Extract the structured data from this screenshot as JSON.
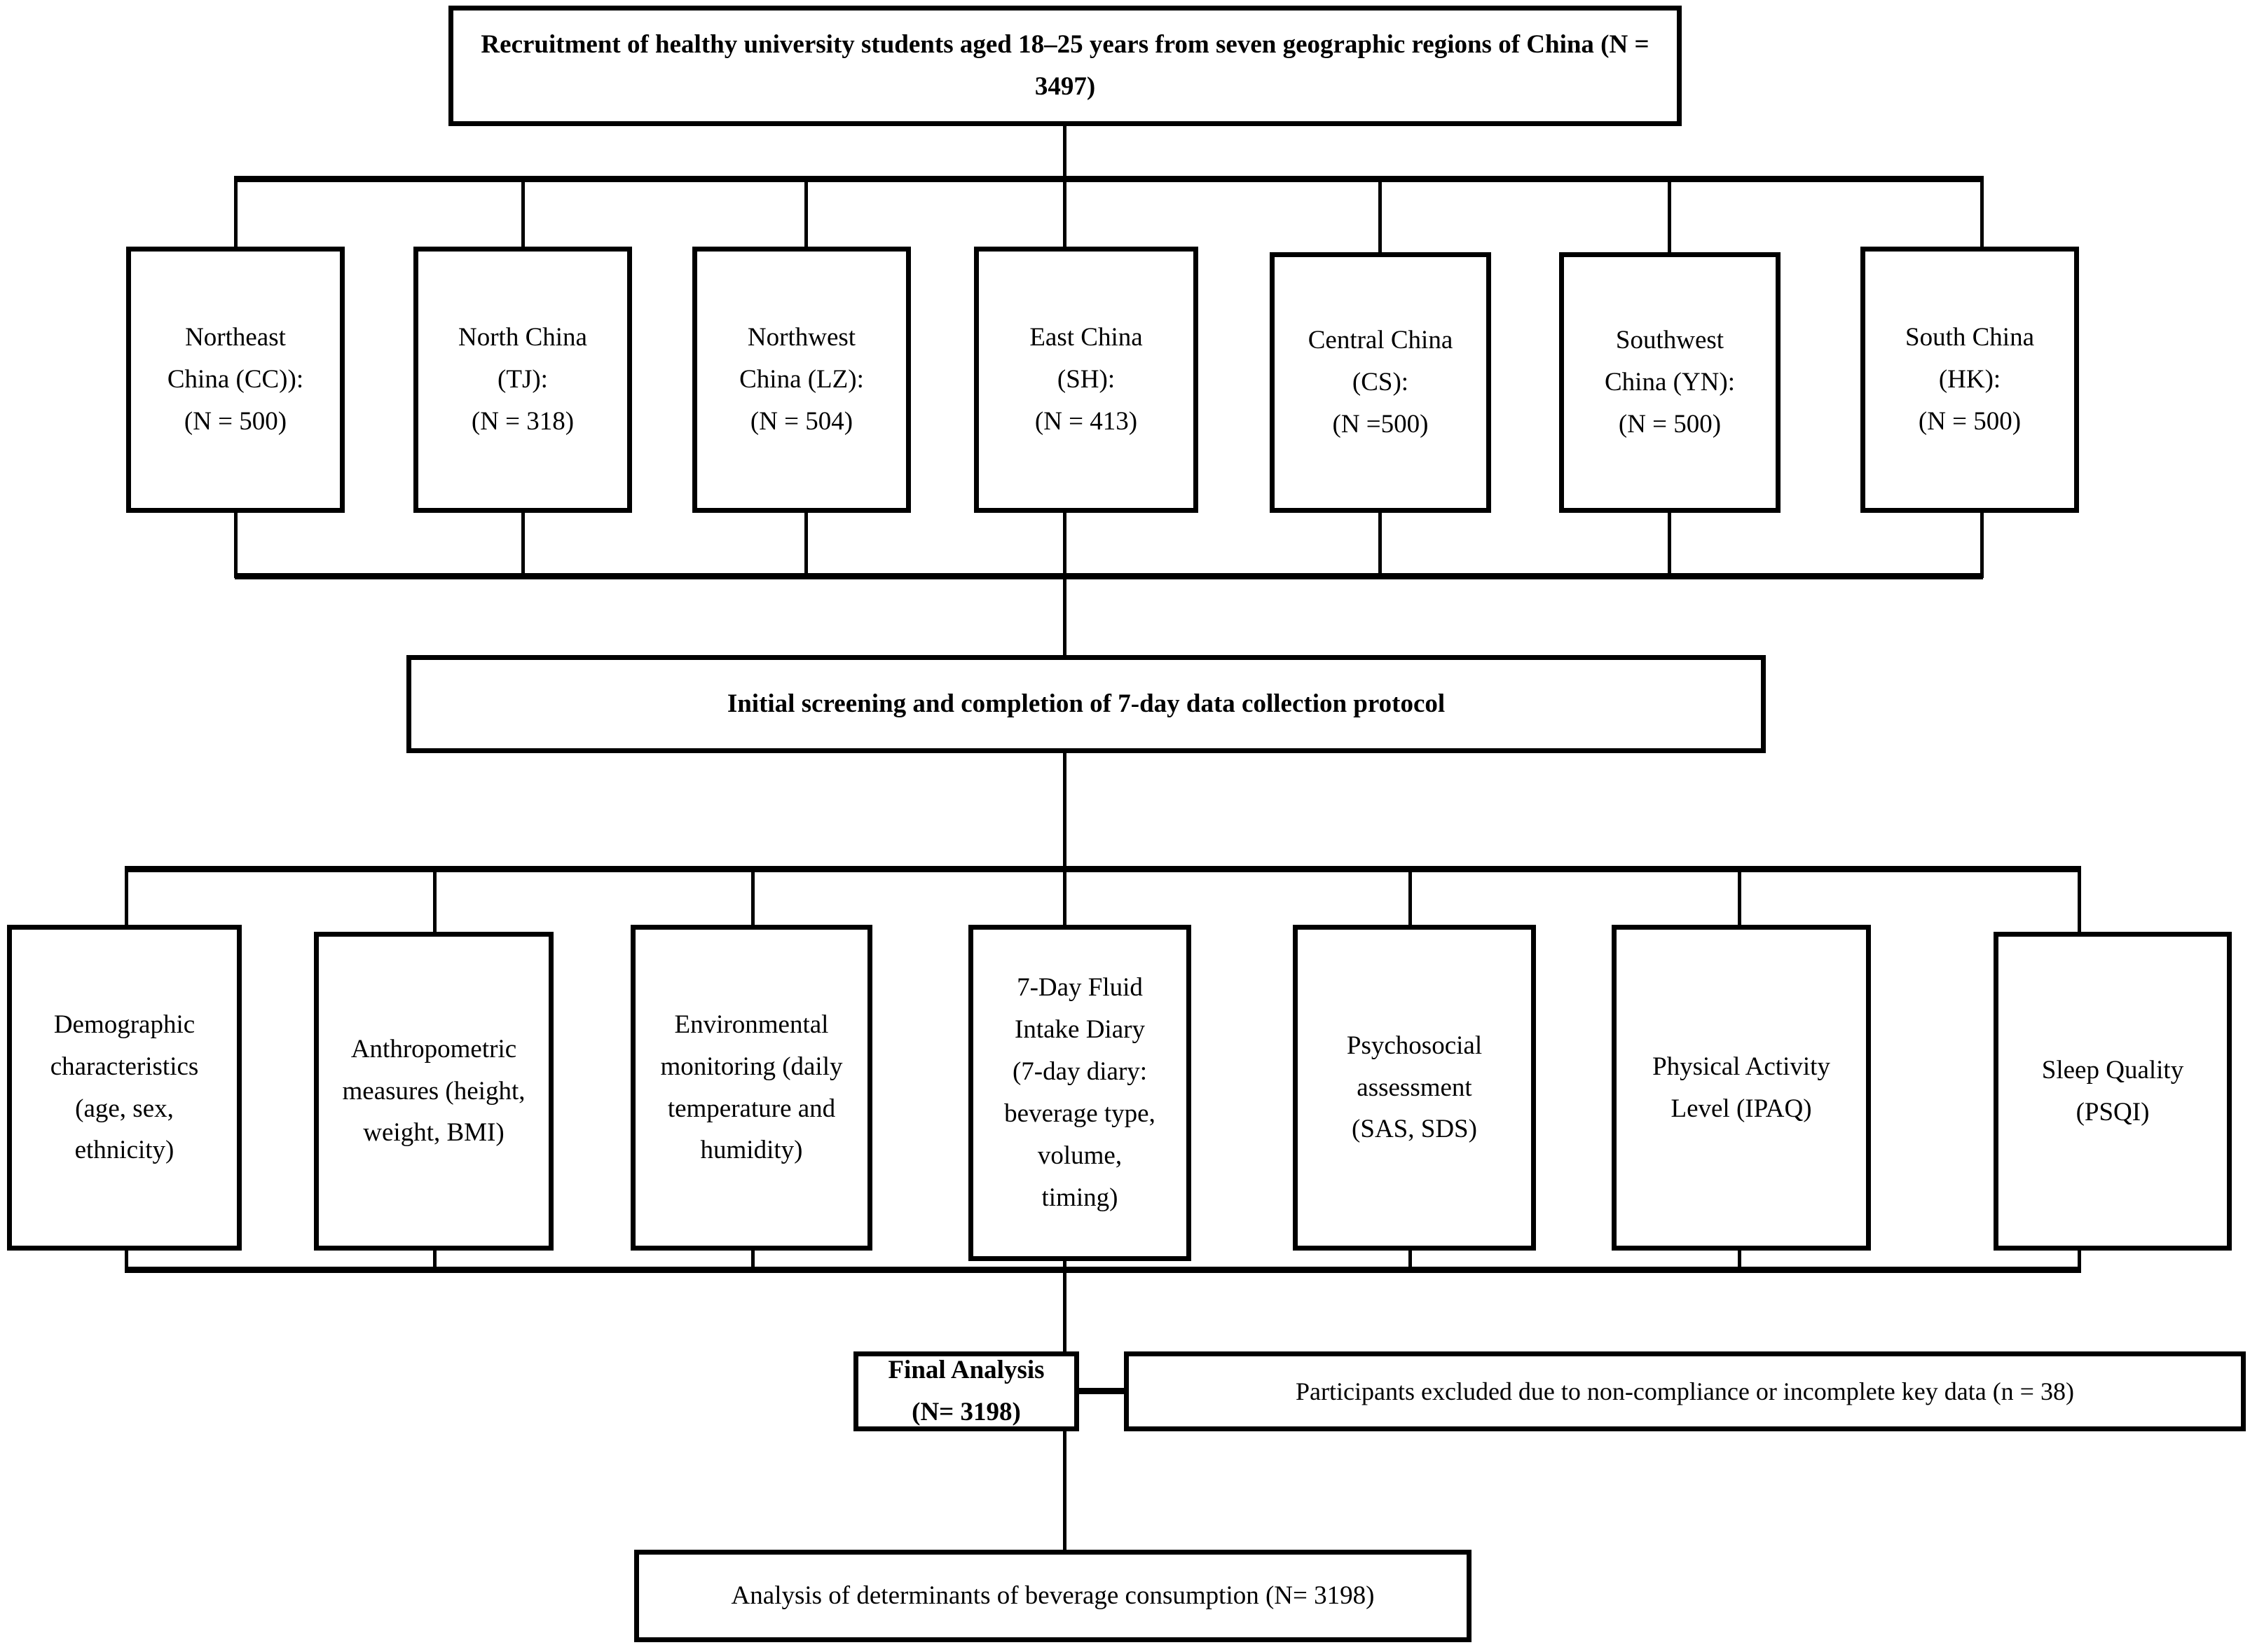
{
  "diagram": {
    "title_box": {
      "text": "Recruitment of healthy university students aged 18–25 years from seven geographic regions of China (N = 3497)"
    },
    "regions": [
      {
        "name": "region-northeast-china",
        "text": "Northeast\nChina (CC)):\n(N = 500)"
      },
      {
        "name": "region-north-china",
        "text": "North China\n(TJ):\n(N = 318)"
      },
      {
        "name": "region-northwest-china",
        "text": "Northwest\nChina (LZ):\n(N = 504)"
      },
      {
        "name": "region-east-china",
        "text": "East China\n(SH):\n(N = 413)"
      },
      {
        "name": "region-central-china",
        "text": "Central China\n(CS):\n(N =500)"
      },
      {
        "name": "region-southwest-china",
        "text": "Southwest\nChina (YN):\n(N = 500)"
      },
      {
        "name": "region-south-china",
        "text": "South China\n(HK):\n(N = 500)"
      }
    ],
    "screening_box": {
      "text": "Initial screening and completion of 7-day data collection protocol"
    },
    "measures": [
      {
        "name": "measure-demographics",
        "text": "Demographic\ncharacteristics\n(age, sex,\nethnicity)"
      },
      {
        "name": "measure-anthropometrics",
        "text": "Anthropometric\nmeasures (height,\nweight, BMI)"
      },
      {
        "name": "measure-environmental",
        "text": "Environmental\nmonitoring (daily\ntemperature and\nhumidity)"
      },
      {
        "name": "measure-fluid-intake-diary",
        "text": "7-Day Fluid\nIntake Diary\n(7-day diary:\nbeverage type,\nvolume,\ntiming)"
      },
      {
        "name": "measure-psychosocial",
        "text": "Psychosocial\nassessment\n(SAS, SDS)"
      },
      {
        "name": "measure-physical-activity",
        "text": "Physical Activity\nLevel (IPAQ)"
      },
      {
        "name": "measure-sleep-quality",
        "text": "Sleep Quality\n(PSQI)"
      }
    ],
    "final_analysis_box": {
      "text": "Final Analysis (N= 3198)"
    },
    "exclusion_box": {
      "text": "Participants excluded due to non-compliance or incomplete key data (n = 38)"
    },
    "bottom_box": {
      "text": "Analysis of determinants of beverage consumption (N= 3198)"
    }
  }
}
